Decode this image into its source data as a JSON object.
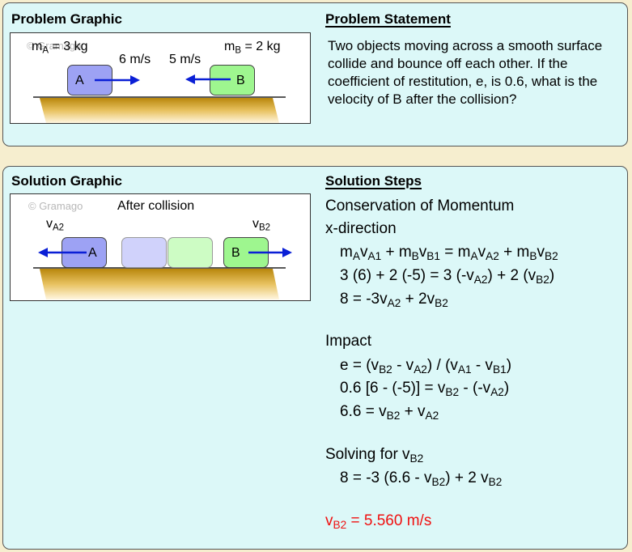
{
  "problem": {
    "graphic_heading": "Problem Graphic",
    "statement_heading": "Problem Statement",
    "statement": "Two objects moving across a smooth surface collide and bounce off each other. If the coefficient of restitution, e, is 0.6, what is the velocity of B after the collision?",
    "watermark": "© Gramago",
    "mass_a": {
      "m": "m",
      "sub": "A",
      "rest": " = 3 kg"
    },
    "mass_b": {
      "m": "m",
      "sub": "B",
      "rest": " = 2 kg"
    },
    "velocity_a": "6 m/s",
    "velocity_b": "5 m/s",
    "block_a": "A",
    "block_b": "B"
  },
  "solution": {
    "graphic_heading": "Solution Graphic",
    "steps_heading": "Solution Steps",
    "watermark": "© Gramago",
    "after_collision": "After collision",
    "va2": {
      "v": "v",
      "sub": "A2"
    },
    "vb2": {
      "v": "v",
      "sub": "B2"
    },
    "block_a": "A",
    "block_b": "B",
    "momentum_title": "Conservation of Momentum",
    "x_direction": "x-direction",
    "momentum_eq3": "8 = -3v",
    "impact_title": "Impact",
    "impact_eq3": "6.6 = v",
    "solving_title": "Solving for v",
    "result": "= 5.560 m/s"
  },
  "colors": {
    "panel_bg": "#dcf8f8",
    "page_bg": "#f6eecf",
    "block_a": "#9da2f4",
    "block_b": "#9ef68f",
    "arrow": "#0a1fd6",
    "ground": "#c89b2a",
    "answer": "#f01010"
  }
}
